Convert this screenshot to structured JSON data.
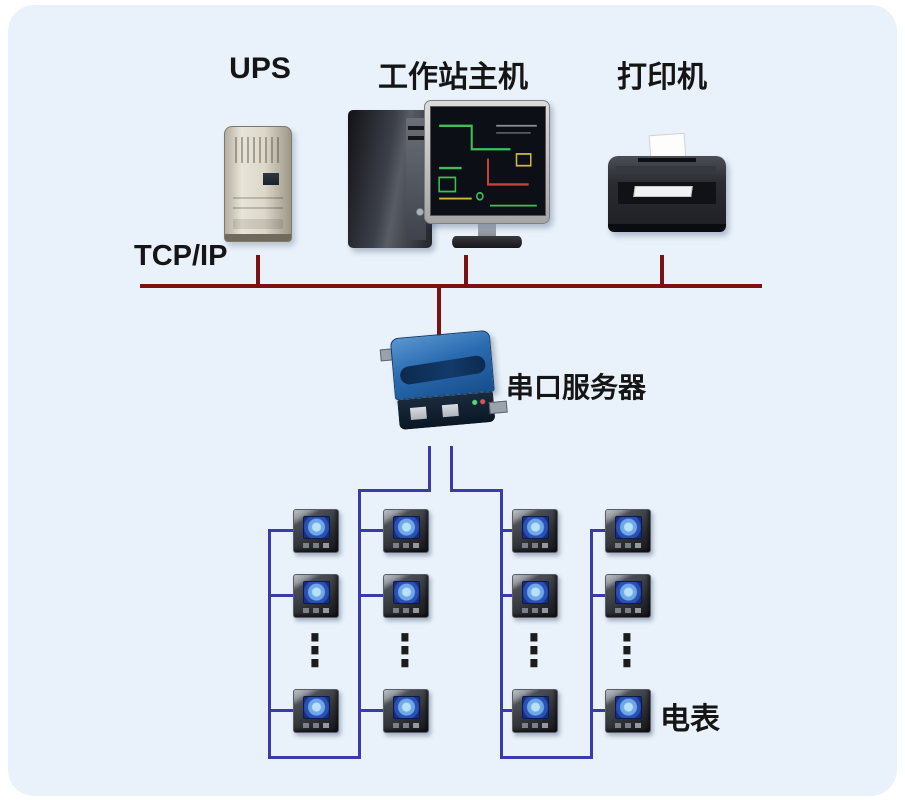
{
  "diagram": {
    "labels": {
      "ups": "UPS",
      "workstation": "工作站主机",
      "printer": "打印机",
      "network": "TCP/IP",
      "serial_server": "串口服务器",
      "meter": "电表",
      "ellipsis": "⋮"
    },
    "colors": {
      "panel_background": "#e9f2fa",
      "network_line": "#7b1113",
      "meter_wire": "#3a3aad"
    },
    "meters": {
      "columns": 4,
      "visible_per_column": 3,
      "continued": true
    }
  }
}
